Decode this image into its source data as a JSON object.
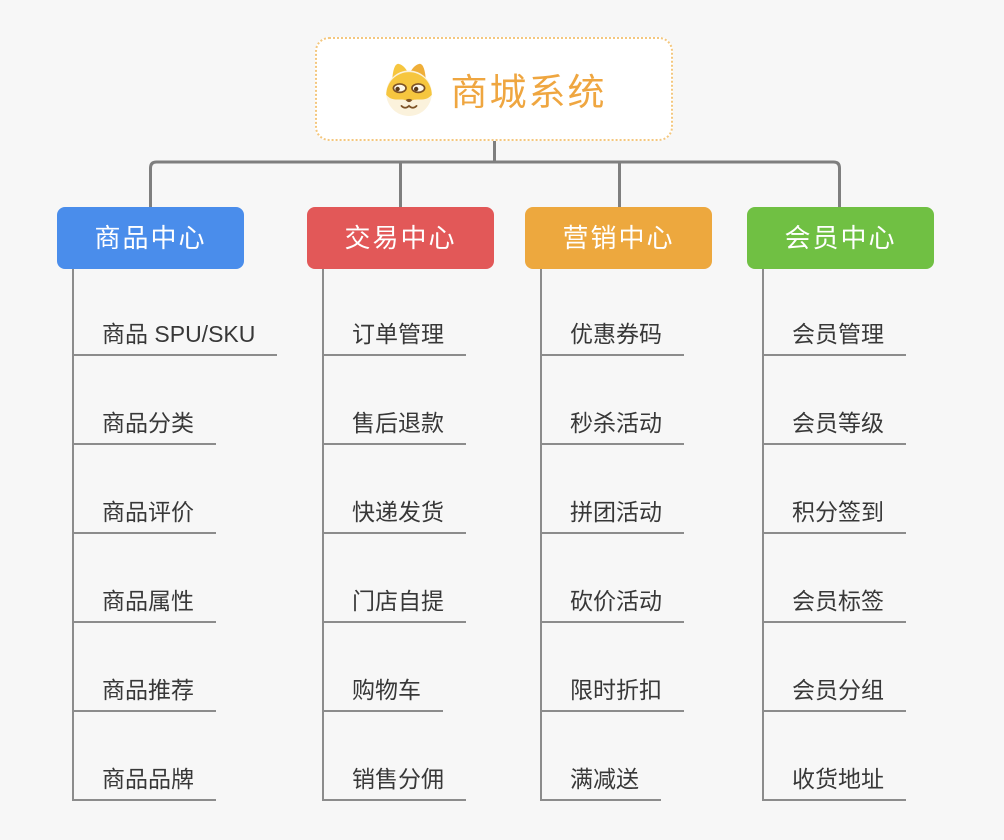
{
  "root": {
    "title": "商城系统",
    "icon": "dog-face-icon"
  },
  "branches": [
    {
      "label": "商品中心",
      "color": "#4a8deb",
      "items": [
        "商品 SPU/SKU",
        "商品分类",
        "商品评价",
        "商品属性",
        "商品推荐",
        "商品品牌"
      ]
    },
    {
      "label": "交易中心",
      "color": "#e25858",
      "items": [
        "订单管理",
        "售后退款",
        "快递发货",
        "门店自提",
        "购物车",
        "销售分佣"
      ]
    },
    {
      "label": "营销中心",
      "color": "#eda83e",
      "items": [
        "优惠券码",
        "秒杀活动",
        "拼团活动",
        "砍价活动",
        "限时折扣",
        "满减送"
      ]
    },
    {
      "label": "会员中心",
      "color": "#70c043",
      "items": [
        "会员管理",
        "会员等级",
        "积分签到",
        "会员标签",
        "会员分组",
        "收货地址"
      ]
    }
  ],
  "colors": {
    "background": "#f7f7f7",
    "connector_line": "#7f7f7f",
    "leaf_line": "#8c8c8c",
    "leaf_text": "#383838",
    "root_text": "#efa640",
    "root_border": "#f4c77e"
  }
}
